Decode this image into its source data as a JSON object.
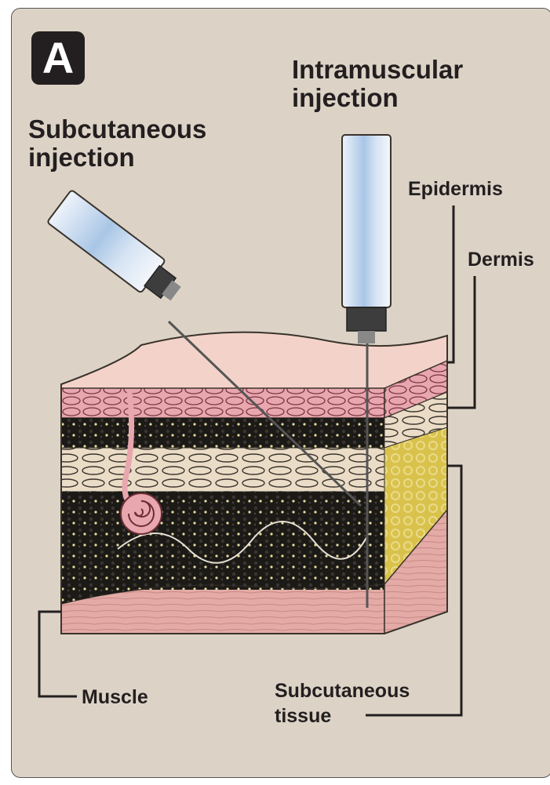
{
  "panel": {
    "badge": "A"
  },
  "labels": {
    "intramuscular_line1": "Intramuscular",
    "intramuscular_line2": "injection",
    "subcutaneous_line1": "Subcutaneous",
    "subcutaneous_line2": "injection",
    "epidermis": "Epidermis",
    "dermis": "Dermis",
    "muscle": "Muscle",
    "subcutaneous_tissue_line1": "Subcutaneous",
    "subcutaneous_tissue_line2": "tissue"
  },
  "colors": {
    "background": "#dcd3c6",
    "text": "#231f20",
    "epidermis": "#e8a6ae",
    "dermis": "#eadcc6",
    "fat_dark": "#1c1a17",
    "fat_yellow": "#d9c24c",
    "muscle": "#e3aaa6",
    "skin_top": "#f3d3c9",
    "syringe_blue": "#a9c6e6"
  }
}
